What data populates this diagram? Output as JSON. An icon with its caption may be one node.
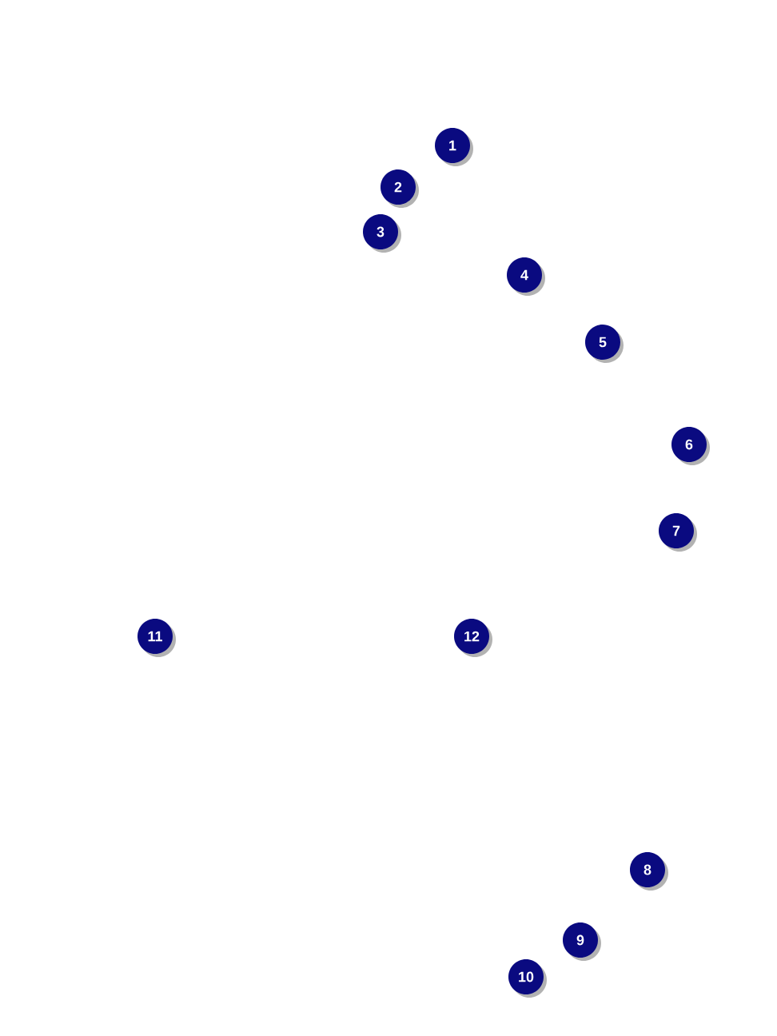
{
  "diagram": {
    "labels": [
      "1",
      "2",
      "3",
      "4",
      "5",
      "6",
      "7",
      "11",
      "12",
      "8",
      "9",
      "10"
    ]
  }
}
